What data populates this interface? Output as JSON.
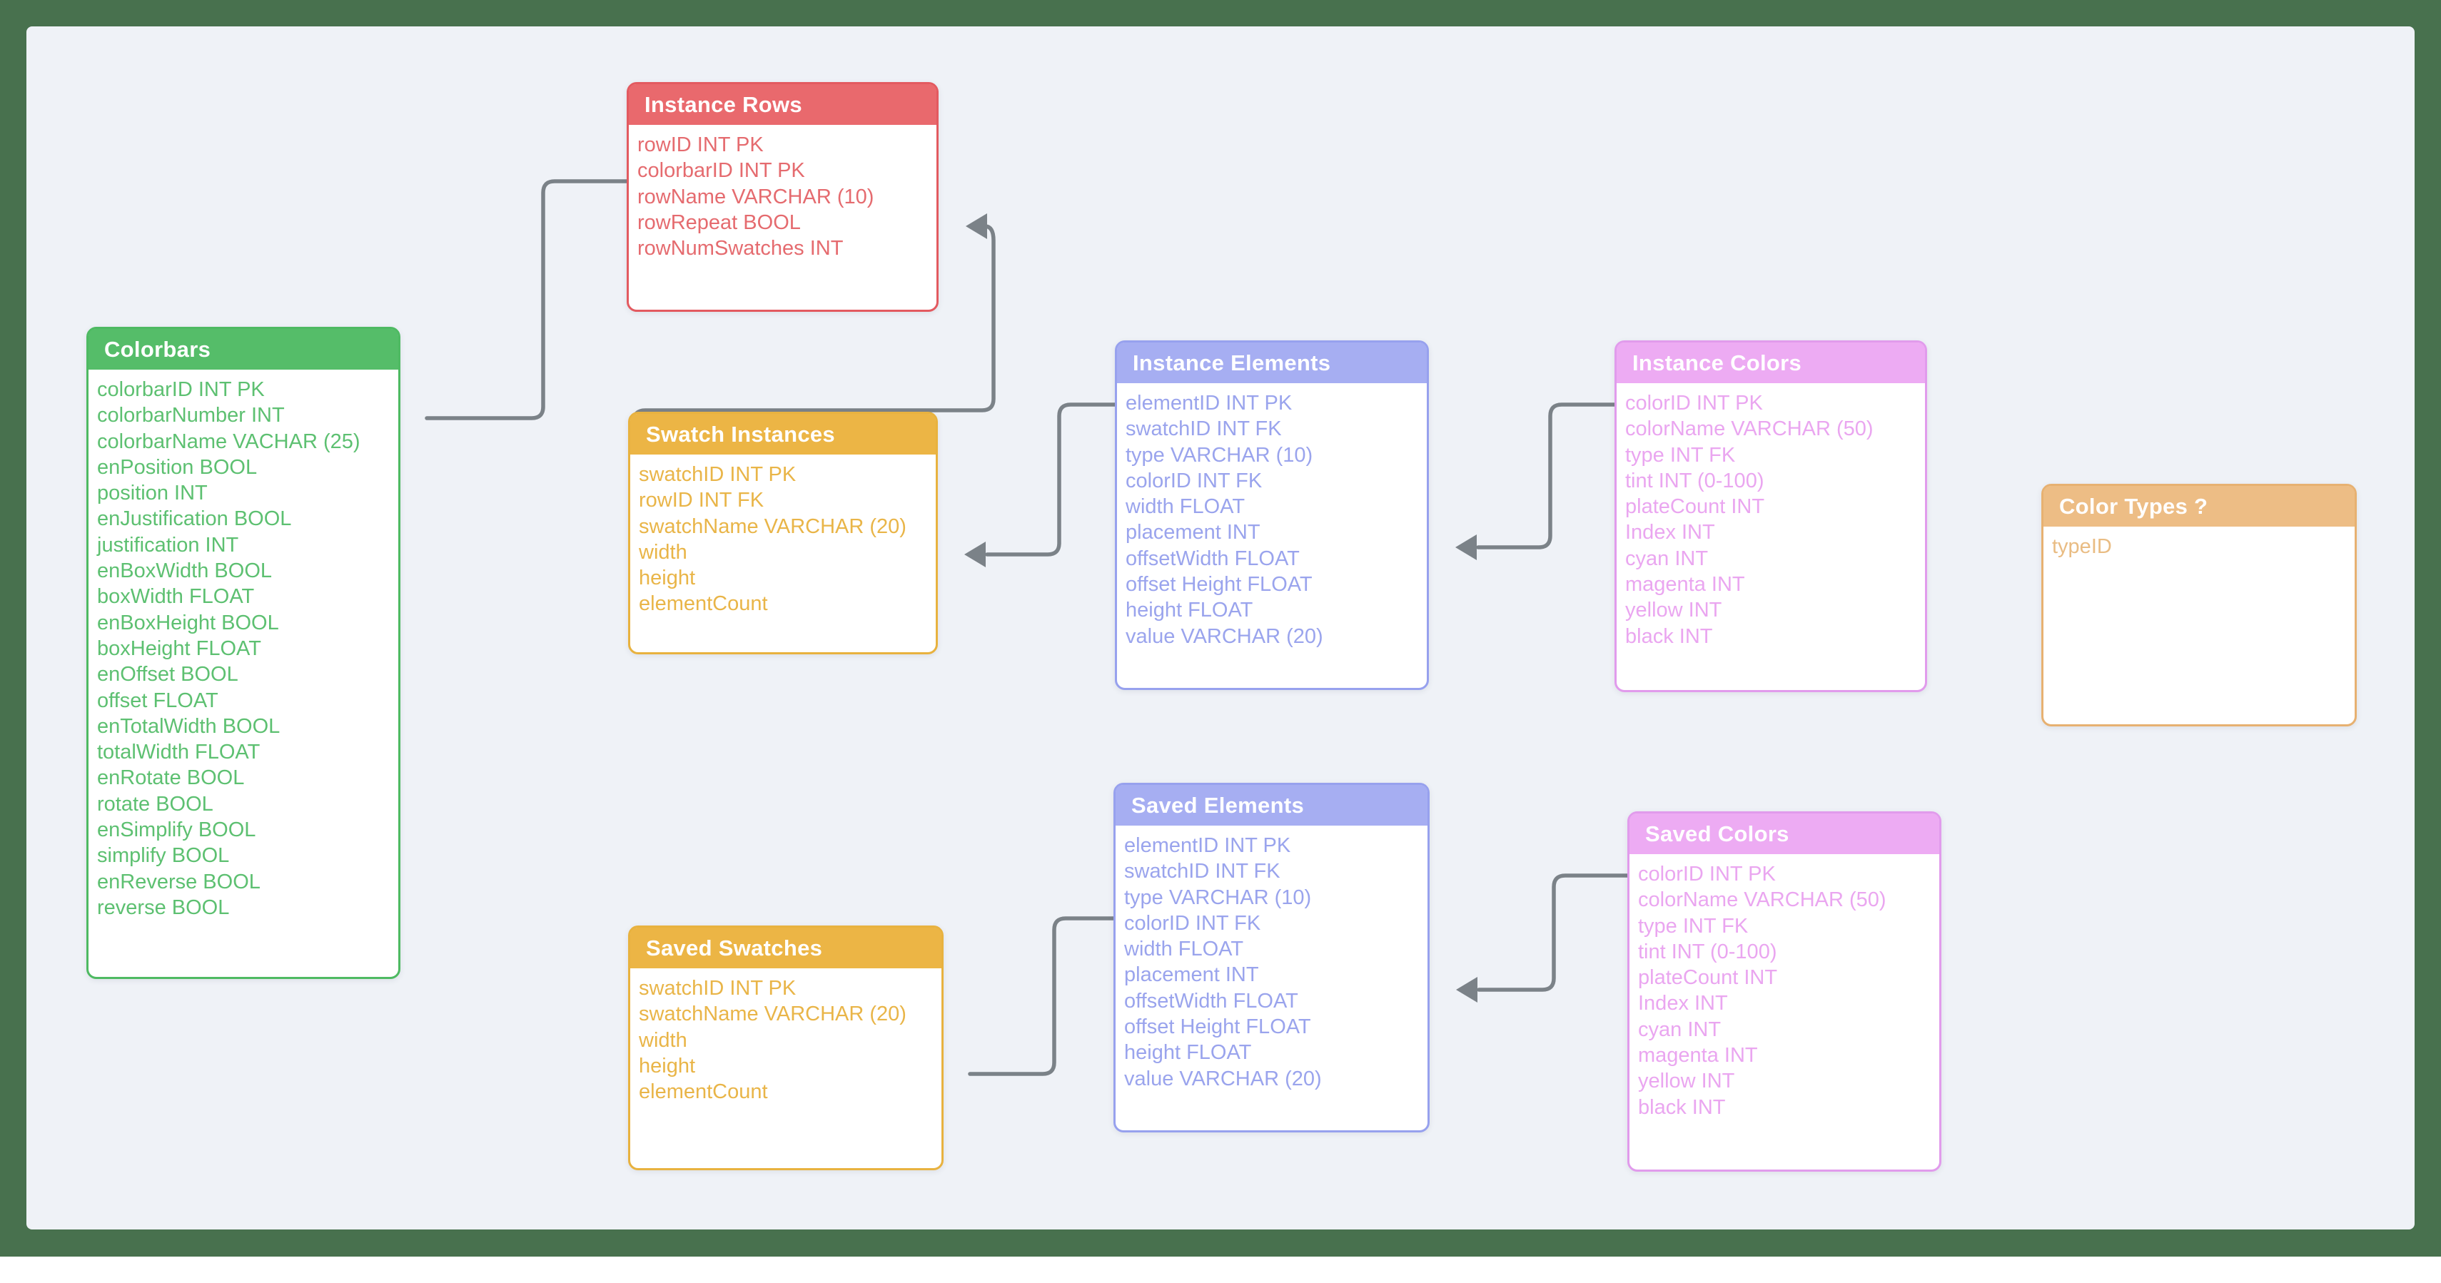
{
  "canvas": {
    "frame_color": "#48714e",
    "background": "#eff2f7"
  },
  "connector_color": "#7b8288",
  "tables": [
    {
      "id": "colorbars",
      "title": "Colorbars",
      "header_color": "#55bd69",
      "border_color": "#4eba62",
      "text_color": "#5dc071",
      "fields": [
        "colorbarID INT PK",
        "colorbarNumber INT",
        "colorbarName VACHAR (25)",
        "enPosition BOOL",
        "position INT",
        "enJustification BOOL",
        "justification INT",
        "enBoxWidth BOOL",
        "boxWidth FLOAT",
        "enBoxHeight BOOL",
        "boxHeight FLOAT",
        "enOffset BOOL",
        "offset FLOAT",
        "enTotalWidth BOOL",
        "totalWidth FLOAT",
        "enRotate BOOL",
        "rotate BOOL",
        "enSimplify BOOL",
        "simplify BOOL",
        "enReverse BOOL",
        "reverse BOOL"
      ]
    },
    {
      "id": "instance_rows",
      "title": "Instance Rows",
      "header_color": "#e9696d",
      "border_color": "#e35a60",
      "text_color": "#e56b6f",
      "fields": [
        "rowID INT PK",
        "colorbarID INT PK",
        "rowName VARCHAR (10)",
        "rowRepeat BOOL",
        "rowNumSwatches INT"
      ]
    },
    {
      "id": "swatch_instances",
      "title": "Swatch Instances",
      "header_color": "#ecb545",
      "border_color": "#e8b23f",
      "text_color": "#e9b548",
      "fields": [
        "swatchID INT PK",
        "rowID INT FK",
        "swatchName VARCHAR (20)",
        "width",
        "height",
        "elementCount"
      ]
    },
    {
      "id": "instance_elements",
      "title": "Instance Elements",
      "header_color": "#a6aef2",
      "border_color": "#97a1ee",
      "text_color": "#9aa4ed",
      "fields": [
        "elementID INT PK",
        "swatchID INT FK",
        "type VARCHAR (10)",
        "colorID INT FK",
        "width FLOAT",
        "placement INT",
        "offsetWidth FLOAT",
        "offset Height FLOAT",
        "height FLOAT",
        "value VARCHAR (20)"
      ]
    },
    {
      "id": "instance_colors",
      "title": "Instance Colors",
      "header_color": "#edabf3",
      "border_color": "#e19bec",
      "text_color": "#eaa6f0",
      "fields": [
        "colorID INT PK",
        "colorName VARCHAR (50)",
        "type INT FK",
        "tint INT (0-100)",
        "plateCount INT",
        "Index INT",
        "cyan INT",
        "magenta INT",
        "yellow INT",
        "black INT"
      ]
    },
    {
      "id": "color_types",
      "title": "Color Types ?",
      "header_color": "#edbd85",
      "border_color": "#e7b171",
      "text_color": "#e9bc83",
      "fields": [
        "typeID"
      ]
    },
    {
      "id": "saved_swatches",
      "title": "Saved Swatches",
      "header_color": "#ecb545",
      "border_color": "#e8b23f",
      "text_color": "#e9b548",
      "fields": [
        "swatchID INT PK",
        "swatchName VARCHAR (20)",
        "width",
        "height",
        "elementCount"
      ]
    },
    {
      "id": "saved_elements",
      "title": "Saved Elements",
      "header_color": "#a6aef2",
      "border_color": "#97a1ee",
      "text_color": "#9aa4ed",
      "fields": [
        "elementID INT PK",
        "swatchID INT FK",
        "type VARCHAR (10)",
        "colorID INT FK",
        "width FLOAT",
        "placement INT",
        "offsetWidth FLOAT",
        "offset Height FLOAT",
        "height FLOAT",
        "value VARCHAR (20)"
      ]
    },
    {
      "id": "saved_colors",
      "title": "Saved Colors",
      "header_color": "#edabf3",
      "border_color": "#e19bec",
      "text_color": "#eaa6f0",
      "fields": [
        "colorID INT PK",
        "colorName VARCHAR (50)",
        "type INT FK",
        "tint INT (0-100)",
        "plateCount INT",
        "Index INT",
        "cyan INT",
        "magenta INT",
        "yellow INT",
        "black INT"
      ]
    }
  ],
  "connectors": [
    {
      "from": "colorbars",
      "to": "instance_rows"
    },
    {
      "from": "swatch_instances",
      "to": "instance_rows"
    },
    {
      "from": "instance_elements",
      "to": "swatch_instances"
    },
    {
      "from": "instance_colors",
      "to": "instance_elements"
    },
    {
      "from": "saved_swatches",
      "to": "saved_elements"
    },
    {
      "from": "saved_colors",
      "to": "saved_elements"
    }
  ]
}
